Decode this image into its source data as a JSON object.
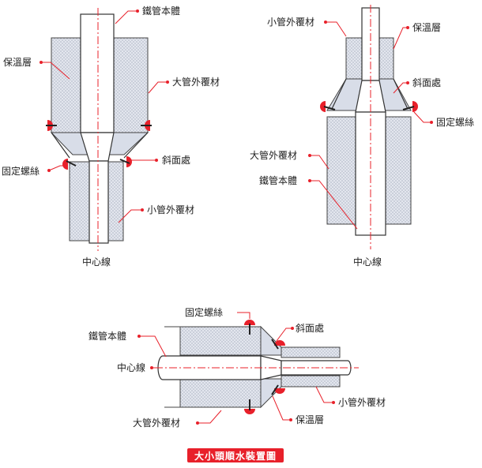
{
  "diagram_1": {
    "labels": {
      "pipe_body": "鐵管本體",
      "insulation": "保溫層",
      "large_cover": "大管外覆材",
      "fixing_screw": "固定螺絲",
      "bevel": "斜面處",
      "small_cover": "小管外覆材",
      "center_line": "中心線"
    }
  },
  "diagram_2": {
    "labels": {
      "small_cover": "小管外覆材",
      "insulation": "保溫層",
      "bevel": "斜面處",
      "fixing_screw": "固定螺絲",
      "large_cover": "大管外覆材",
      "pipe_body": "鐵管本體",
      "center_line": "中心線"
    }
  },
  "diagram_3": {
    "labels": {
      "fixing_screw": "固定螺絲",
      "bevel": "斜面處",
      "pipe_body": "鐵管本體",
      "center_line": "中心線",
      "small_cover": "小管外覆材",
      "large_cover": "大管外覆材",
      "insulation": "保溫層"
    }
  },
  "caption": "大小頭順水裝置圖",
  "colors": {
    "accent": "#e8202a",
    "insulation_fill": "#d9dde6",
    "pipe_fill": "#ffffff",
    "outline": "#333333"
  }
}
